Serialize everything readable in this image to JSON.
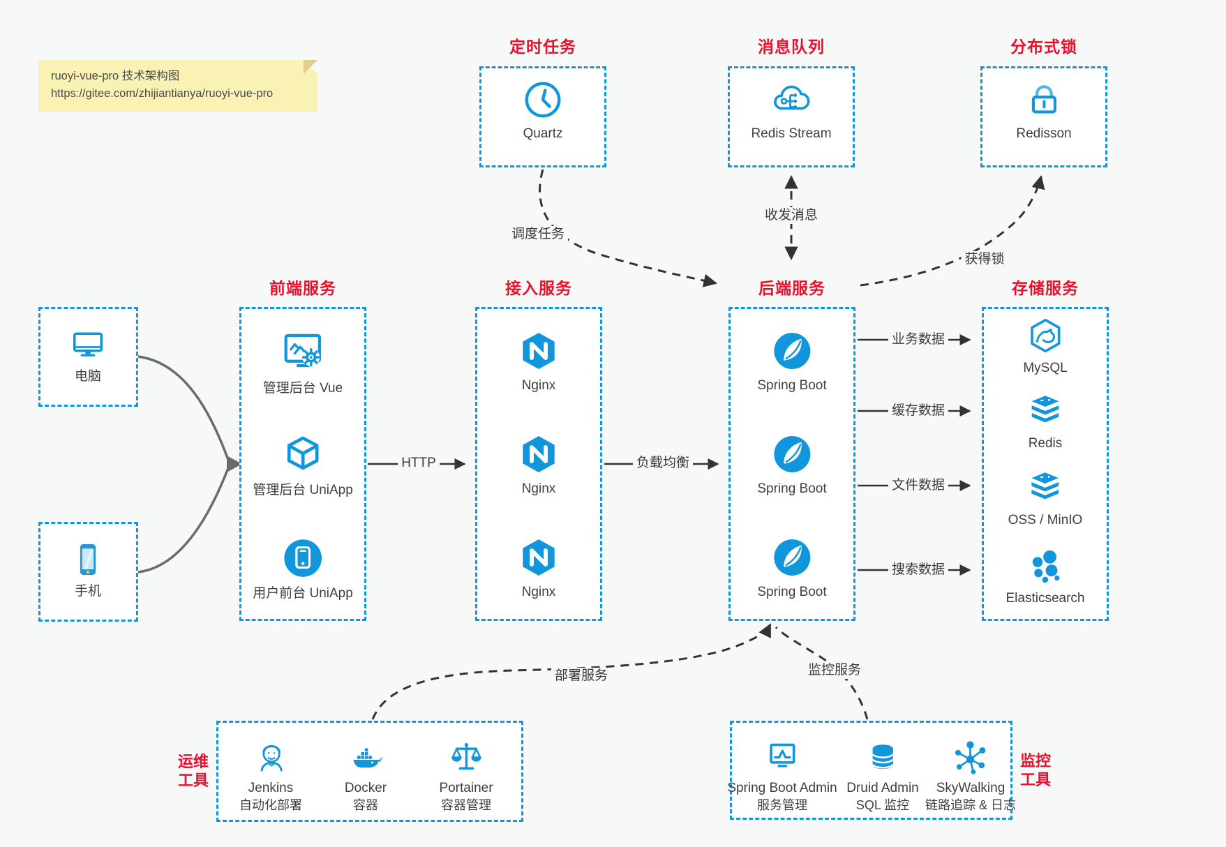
{
  "note": {
    "line1": "ruoyi-vue-pro 技术架构图",
    "line2": "https://gitee.com/zhijiantianya/ruoyi-vue-pro"
  },
  "colors": {
    "accent_blue": "#1296db",
    "title_red": "#e8112d",
    "arrow_dark": "#333333",
    "arrow_gray": "#6a6a6a",
    "note_bg": "#faf1b5",
    "background": "#f7f8f8"
  },
  "top_groups": [
    {
      "title": "定时任务",
      "item": {
        "label": "Quartz",
        "icon": "clock-icon"
      }
    },
    {
      "title": "消息队列",
      "item": {
        "label": "Redis Stream",
        "icon": "cloud-stream-icon"
      }
    },
    {
      "title": "分布式锁",
      "item": {
        "label": "Redisson",
        "icon": "lock-icon"
      }
    }
  ],
  "clients": [
    {
      "label": "电脑",
      "icon": "desktop-icon"
    },
    {
      "label": "手机",
      "icon": "phone-icon"
    }
  ],
  "columns": [
    {
      "title": "前端服务",
      "items": [
        {
          "label": "管理后台 Vue",
          "icon": "admin-vue-icon"
        },
        {
          "label": "管理后台 UniApp",
          "icon": "uniapp-cube-icon"
        },
        {
          "label": "用户前台 UniApp",
          "icon": "mobile-app-icon"
        }
      ]
    },
    {
      "title": "接入服务",
      "items": [
        {
          "label": "Nginx",
          "icon": "nginx-icon"
        },
        {
          "label": "Nginx",
          "icon": "nginx-icon"
        },
        {
          "label": "Nginx",
          "icon": "nginx-icon"
        }
      ]
    },
    {
      "title": "后端服务",
      "items": [
        {
          "label": "Spring Boot",
          "icon": "spring-boot-icon"
        },
        {
          "label": "Spring Boot",
          "icon": "spring-boot-icon"
        },
        {
          "label": "Spring Boot",
          "icon": "spring-boot-icon"
        }
      ]
    },
    {
      "title": "存储服务",
      "items": [
        {
          "label": "MySQL",
          "icon": "mysql-icon"
        },
        {
          "label": "Redis",
          "icon": "redis-icon"
        },
        {
          "label": "OSS / MinIO",
          "icon": "oss-icon"
        },
        {
          "label": "Elasticsearch",
          "icon": "elasticsearch-icon"
        }
      ]
    }
  ],
  "bottom_groups": [
    {
      "side_label": "运维\n工具",
      "items": [
        {
          "name": "Jenkins",
          "desc": "自动化部署",
          "icon": "jenkins-icon"
        },
        {
          "name": "Docker",
          "desc": "容器",
          "icon": "docker-icon"
        },
        {
          "name": "Portainer",
          "desc": "容器管理",
          "icon": "portainer-icon"
        }
      ]
    },
    {
      "side_label": "监控\n工具",
      "items": [
        {
          "name": "Spring Boot Admin",
          "desc": "服务管理",
          "icon": "spring-boot-admin-icon"
        },
        {
          "name": "Druid Admin",
          "desc": "SQL 监控",
          "icon": "druid-icon"
        },
        {
          "name": "SkyWalking",
          "desc": "链路追踪 & 日志",
          "icon": "skywalking-icon"
        }
      ]
    }
  ],
  "edges": {
    "http": "HTTP",
    "load_balance": "负载均衡",
    "business_data": "业务数据",
    "cache_data": "缓存数据",
    "file_data": "文件数据",
    "search_data": "搜索数据",
    "schedule_task": "调度任务",
    "message": "收发消息",
    "lock": "获得锁",
    "deploy": "部署服务",
    "monitor": "监控服务"
  }
}
